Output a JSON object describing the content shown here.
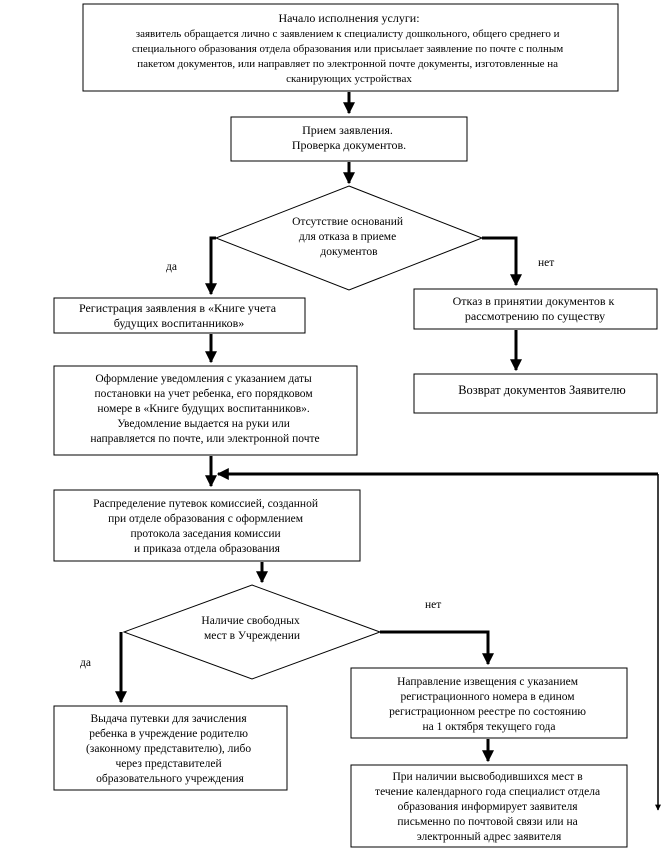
{
  "nodes": {
    "start": {
      "label": "Начало исполнения услуги:",
      "lines": [
        "заявитель обращается лично с заявлением к специалисту дошкольного, общего среднего и",
        "специального образования отдела образования или присылает заявление по почте с полным",
        "пакетом документов, или направляет по электронной почте документы, изготовленные на",
        "сканирующих устройствах"
      ]
    },
    "receive": {
      "lines": [
        "Прием заявления.",
        "Проверка документов."
      ]
    },
    "decision_grounds": {
      "lines": [
        "Отсутствие оснований",
        "для отказа в приеме",
        "документов"
      ]
    },
    "register": {
      "lines": [
        "Регистрация заявления в «Книге учета",
        "будущих воспитанников»"
      ]
    },
    "refuse": {
      "lines": [
        "Отказ в принятии документов к",
        "рассмотрению по существу"
      ]
    },
    "notify": {
      "lines": [
        "Оформление уведомления с указанием даты",
        "постановки на учет ребенка, его порядковом",
        "номере в «Книге будущих воспитанников».",
        "Уведомление выдается на руки или",
        "направляется по почте, или электронной почте"
      ]
    },
    "return_docs": {
      "lines": [
        "Возврат документов Заявителю"
      ]
    },
    "distribute": {
      "lines": [
        "Распределение путевок комиссией, созданной",
        "при отделе образования с оформлением",
        "протокола заседания комиссии",
        "и приказа отдела образования"
      ]
    },
    "decision_places": {
      "lines": [
        "Наличие свободных",
        "мест в Учреждении"
      ]
    },
    "notice_registry": {
      "lines": [
        "Направление  извещения  с указанием",
        "регистрационного номера  в едином",
        "регистрационном реестре по состоянию",
        "на 1 октября текущего года"
      ]
    },
    "issue_voucher": {
      "lines": [
        "Выдача путевки для  зачисления",
        "ребенка в учреждение родителю",
        "(законному представителю), либо",
        "через представителей",
        "образовательного учреждения"
      ]
    },
    "vacancy_inform": {
      "lines": [
        "При наличии высвободившихся мест в",
        "течение календарного года  специалист отдела",
        "образования информирует заявителя",
        "письменно по почтовой связи или на",
        "электронный адрес заявителя"
      ]
    }
  },
  "edge_labels": {
    "yes_1": "да",
    "no_1": "нет",
    "yes_2": "да",
    "no_2": "нет"
  }
}
